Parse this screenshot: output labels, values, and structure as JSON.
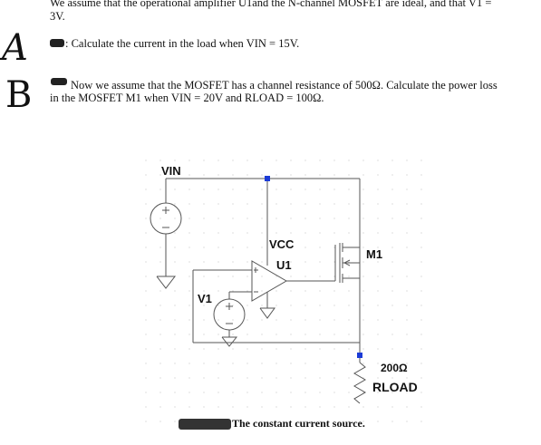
{
  "intro": {
    "line1": "We assume that the operational amplifier U1and the N-channel MOSFET are ideal,  and that V1 =",
    "line2": "3V."
  },
  "margin_marks": {
    "a": "A",
    "b": "B"
  },
  "question_a": ": Calculate the current in the load when VIN = 15V.",
  "question_b": {
    "line1": "Now we assume that the MOSFET has a channel resistance of 500Ω. Calculate the power loss",
    "line2": "in the MOSFET M1 when VIN = 20V and  RLOAD = 100Ω."
  },
  "schematic": {
    "vin_label": "VIN",
    "vcc_label": "VCC",
    "u1_label": "U1",
    "m1_label": "M1",
    "v1_label": "V1",
    "load_value": "200Ω",
    "load_label": "RLOAD"
  },
  "caption": "The constant current source."
}
